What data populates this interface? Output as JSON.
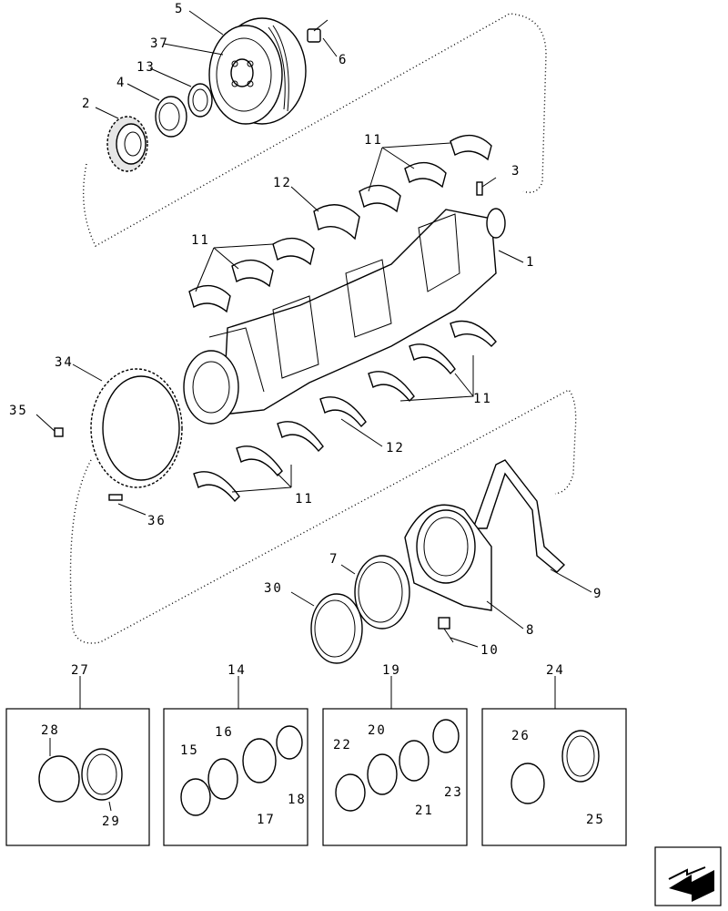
{
  "callouts": {
    "c1": "1",
    "c2": "2",
    "c3": "3",
    "c4": "4",
    "c5": "5",
    "c6": "6",
    "c7": "7",
    "c8": "8",
    "c9": "9",
    "c10": "10",
    "c11a": "11",
    "c11b": "11",
    "c11c": "11",
    "c11d": "11",
    "c12a": "12",
    "c12b": "12",
    "c13": "13",
    "c14": "14",
    "c15": "15",
    "c16": "16",
    "c17": "17",
    "c18": "18",
    "c19": "19",
    "c20": "20",
    "c21": "21",
    "c22": "22",
    "c23": "23",
    "c24": "24",
    "c25": "25",
    "c26": "26",
    "c27": "27",
    "c28": "28",
    "c29": "29",
    "c30": "30",
    "c34": "34",
    "c35": "35",
    "c36": "36",
    "c37": "37"
  },
  "icons": {
    "nav": "next-page-arrow-icon"
  }
}
